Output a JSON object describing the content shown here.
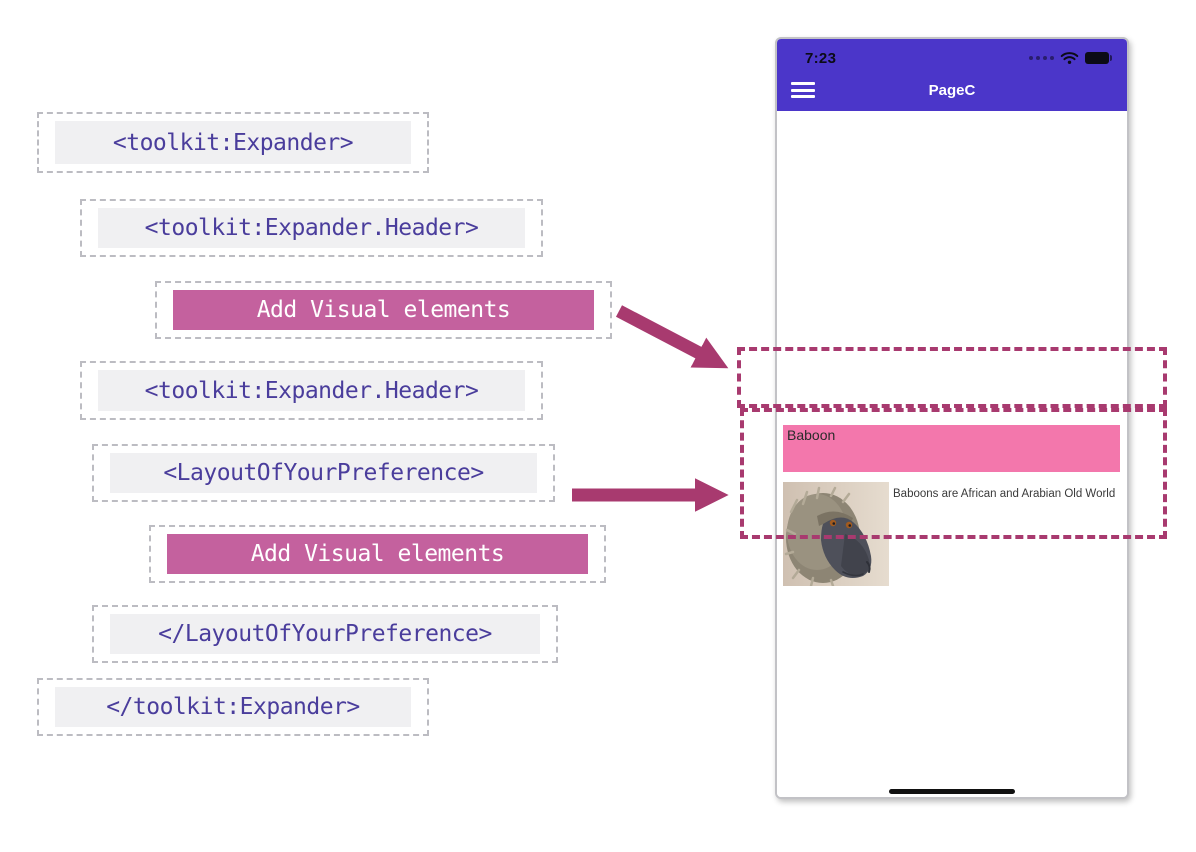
{
  "colors": {
    "code-text": "#4A3D9C",
    "code-bg": "#F0F0F2",
    "code-dash": "#BCBCC2",
    "action-pink": "#C4619E",
    "magenta": "#A83A6F",
    "phone-purple": "#4B36C9",
    "header-pink": "#F377AC",
    "phone-border": "#C2C2C6"
  },
  "diagram": {
    "blocks": [
      {
        "label": "<toolkit:Expander>",
        "type": "code"
      },
      {
        "label": "<toolkit:Expander.Header>",
        "type": "code"
      },
      {
        "label": "Add Visual elements",
        "type": "action"
      },
      {
        "label": "<toolkit:Expander.Header>",
        "type": "code"
      },
      {
        "label": "<LayoutOfYourPreference>",
        "type": "code"
      },
      {
        "label": "Add Visual elements",
        "type": "action"
      },
      {
        "label": "</LayoutOfYourPreference>",
        "type": "code"
      },
      {
        "label": "</toolkit:Expander>",
        "type": "code"
      }
    ],
    "arrows": [
      {
        "name": "header-to-phone-arrow",
        "from": "Add Visual elements (header)",
        "to": "expander header on phone"
      },
      {
        "name": "layout-to-phone-arrow",
        "from": "LayoutOfYourPreference",
        "to": "expander content on phone"
      }
    ]
  },
  "phone": {
    "status_bar": {
      "time": "7:23",
      "icons": [
        "cellular-dots-icon",
        "wifi-icon",
        "battery-icon"
      ]
    },
    "nav_bar": {
      "title": "PageC",
      "icons": [
        "menu-icon"
      ]
    },
    "expander": {
      "header_label": "Baboon",
      "content_text": "Baboons are African and Arabian Old World",
      "image": "baboon-photo"
    },
    "home_indicator": "home-indicator"
  }
}
